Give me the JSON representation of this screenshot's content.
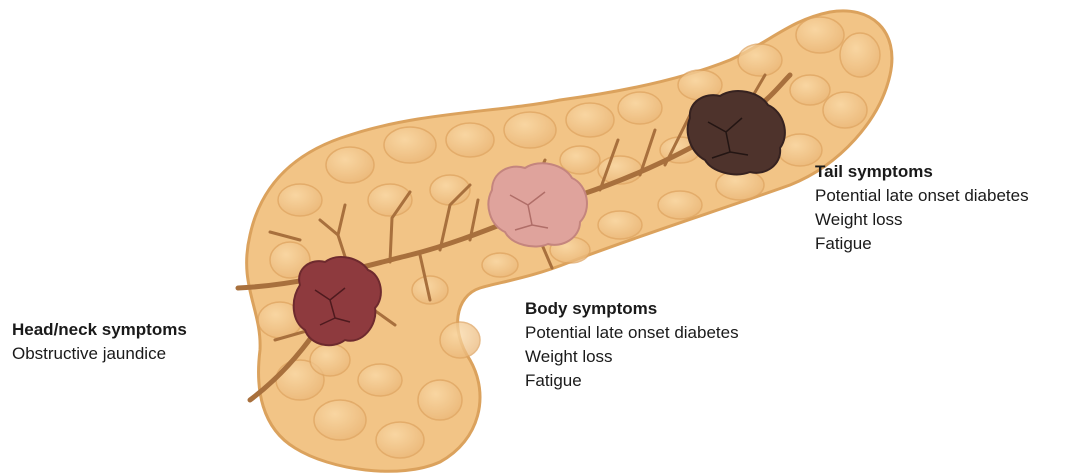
{
  "colors": {
    "pancreas_fill": "#f2c486",
    "pancreas_shade": "#e2a965",
    "lobule": "#f7d49e",
    "duct": "#b07a45",
    "tumor_head": "#8e3a3e",
    "tumor_body": "#dfa39c",
    "tumor_tail": "#4e332c",
    "text": "#1a1a1a"
  },
  "labels": {
    "head": {
      "heading": "Head/neck symptoms",
      "lines": [
        "Obstructive jaundice"
      ]
    },
    "body": {
      "heading": "Body symptoms",
      "lines": [
        "Potential late onset diabetes",
        "Weight loss",
        "Fatigue"
      ]
    },
    "tail": {
      "heading": "Tail symptoms",
      "lines": [
        "Potential late onset diabetes",
        "Weight loss",
        "Fatigue"
      ]
    }
  }
}
